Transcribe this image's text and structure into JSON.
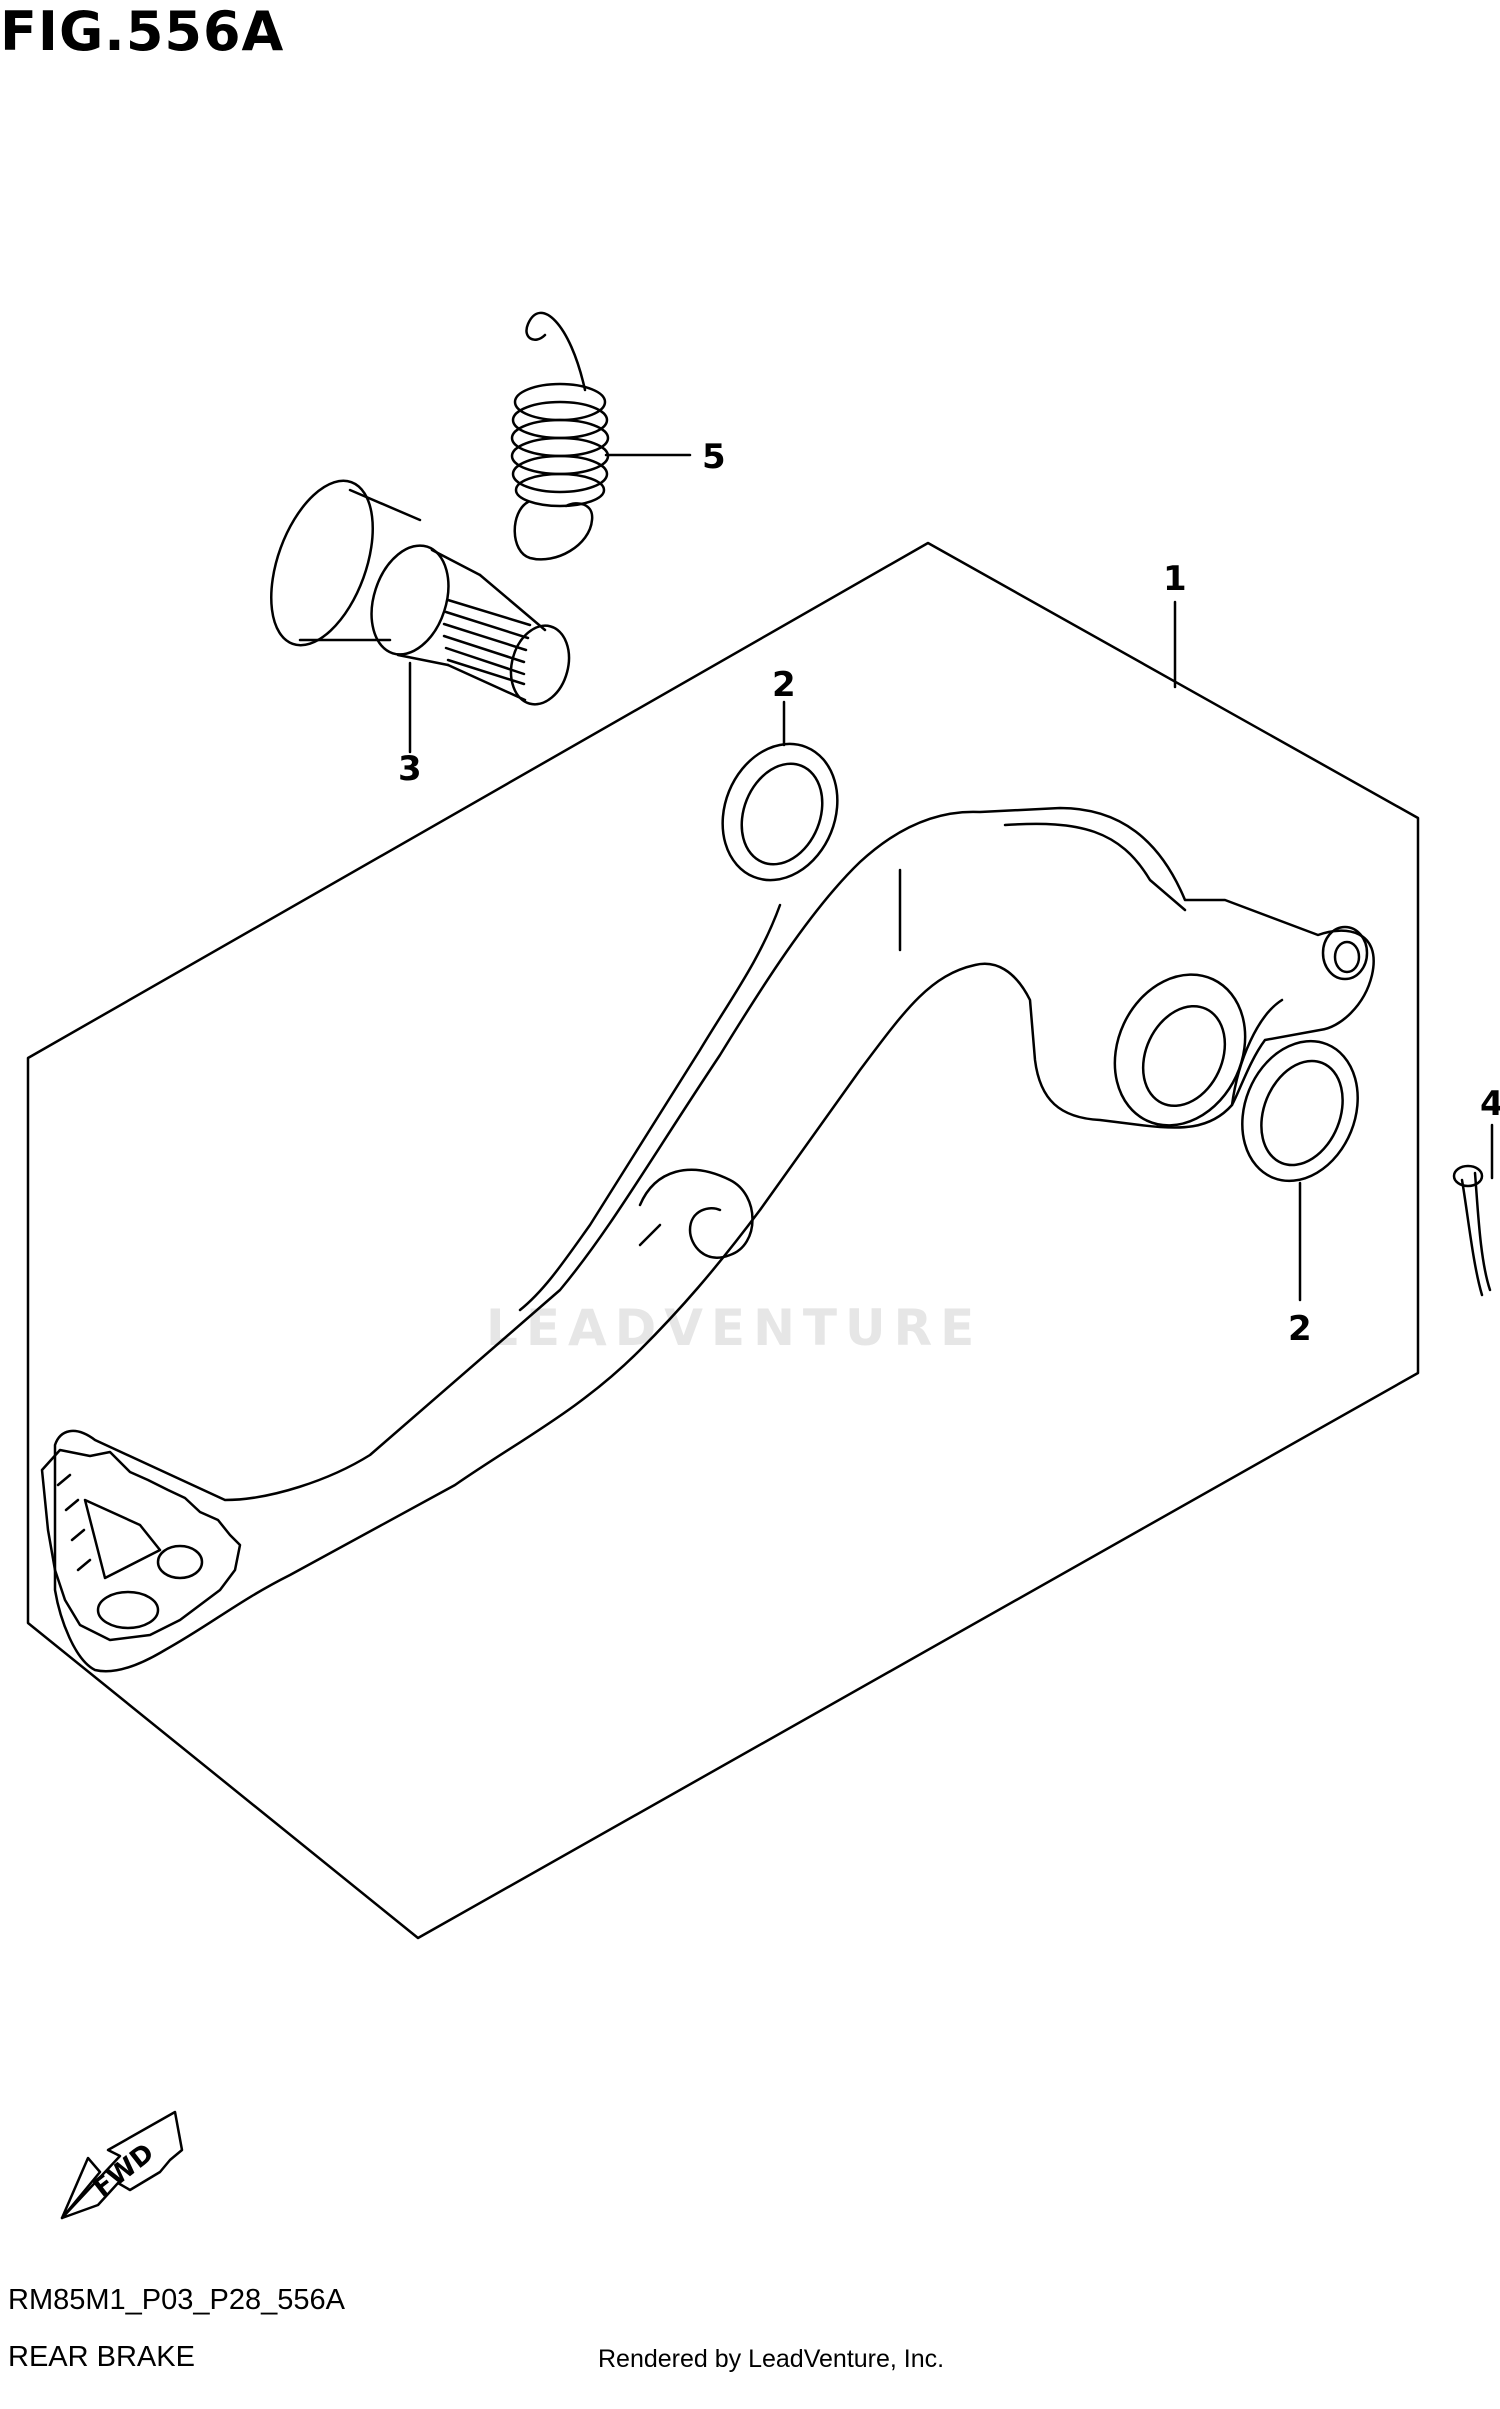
{
  "figure": {
    "title": "FIG.556A",
    "diagram_code": "RM85M1_P03_P28_556A",
    "section_name": "REAR BRAKE",
    "credit": "Rendered by LeadVenture, Inc.",
    "watermark": "LEADVENTURE"
  },
  "callouts": [
    {
      "id": "1",
      "label": "1",
      "part": "brake pedal"
    },
    {
      "id": "2a",
      "label": "2",
      "part": "washer (upper)"
    },
    {
      "id": "2b",
      "label": "2",
      "part": "washer (lower)"
    },
    {
      "id": "3",
      "label": "3",
      "part": "pivot bolt"
    },
    {
      "id": "4",
      "label": "4",
      "part": "cotter pin"
    },
    {
      "id": "5",
      "label": "5",
      "part": "return spring"
    }
  ],
  "direction_indicator": {
    "label": "FWD",
    "icon": "arrow-left-down-icon"
  }
}
